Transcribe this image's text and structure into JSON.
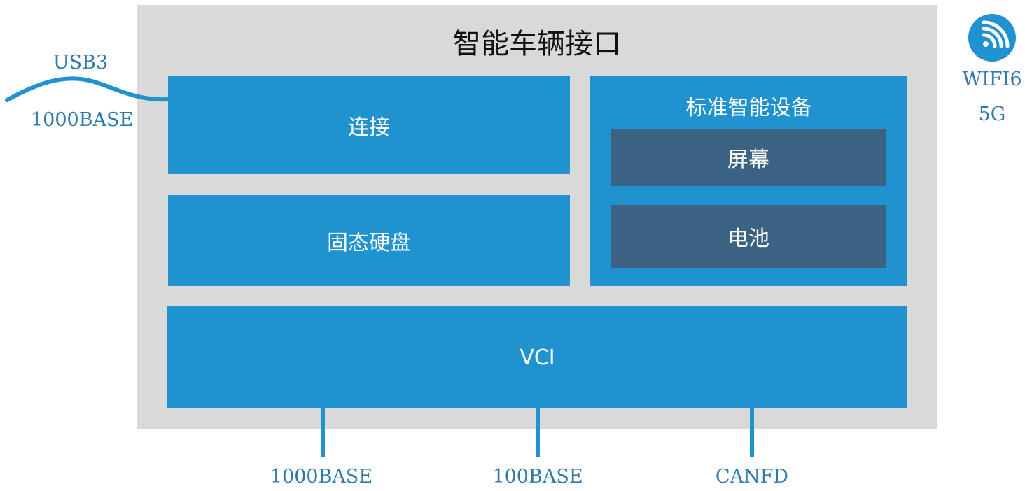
{
  "title": "智能车辆接口",
  "blocks": {
    "connect": "连接",
    "ssd": "固态硬盘",
    "standard_device": {
      "label": "标准智能设备",
      "screen": "屏幕",
      "battery": "电池"
    },
    "vci": "VCI"
  },
  "left_interface": {
    "top_label": "USB3",
    "bottom_label": "1000BASE"
  },
  "wireless": {
    "icon": "wifi-icon",
    "label_1": "WIFI6",
    "label_2": "5G"
  },
  "bottom_ports": [
    "1000BASE",
    "100BASE",
    "CANFD"
  ],
  "colors": {
    "panel": "#d9d9d9",
    "block_blue": "#2192d0",
    "block_dark": "#3a6282",
    "label_blue": "#2e78aa"
  }
}
